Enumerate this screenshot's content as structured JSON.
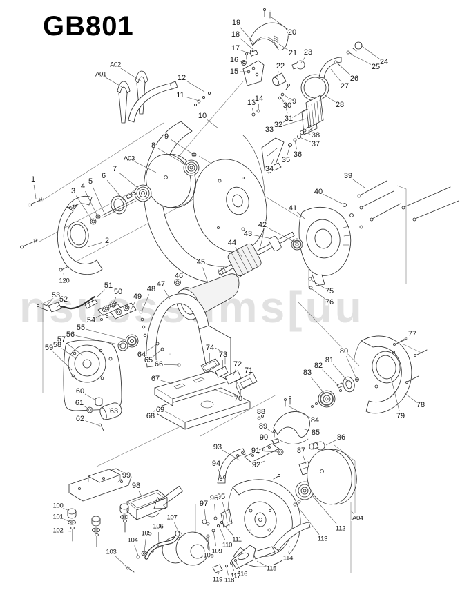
{
  "title": "GB801",
  "watermark": "nsusssums[uu",
  "arrow": {
    "color": "#d81414",
    "points_to": "98"
  },
  "diagram": {
    "type": "exploded-parts-diagram",
    "label_format": [
      "text",
      "x",
      "y",
      "leader_x",
      "leader_y"
    ],
    "labels": [
      [
        "A01",
        146,
        108,
        180,
        128
      ],
      [
        "A02",
        167,
        94,
        205,
        118
      ],
      [
        "A03",
        187,
        230,
        226,
        250
      ],
      [
        "A04",
        518,
        751,
        508,
        740
      ],
      [
        "1",
        48,
        260,
        52,
        288
      ],
      [
        "2",
        155,
        349,
        127,
        358
      ],
      [
        "3",
        106,
        277,
        134,
        320
      ],
      [
        "4",
        120,
        270,
        141,
        313
      ],
      [
        "5",
        131,
        263,
        150,
        307
      ],
      [
        "6",
        150,
        255,
        179,
        290
      ],
      [
        "7",
        166,
        245,
        203,
        275
      ],
      [
        "8",
        222,
        211,
        269,
        239
      ],
      [
        "9",
        241,
        198,
        279,
        223
      ],
      [
        "10",
        293,
        168,
        316,
        186
      ],
      [
        "11",
        261,
        138,
        288,
        146
      ],
      [
        "12",
        263,
        113,
        296,
        133
      ],
      [
        "13",
        364,
        149,
        367,
        165
      ],
      [
        "14",
        375,
        143,
        374,
        160
      ],
      [
        "15",
        339,
        104,
        361,
        104
      ],
      [
        "16",
        339,
        87,
        353,
        90
      ],
      [
        "17",
        341,
        70,
        363,
        78
      ],
      [
        "18",
        341,
        50,
        367,
        72
      ],
      [
        "19",
        342,
        33,
        369,
        64
      ],
      [
        "20",
        423,
        47,
        393,
        25
      ],
      [
        "21",
        424,
        77,
        404,
        64
      ],
      [
        "22",
        406,
        96,
        401,
        111
      ],
      [
        "23",
        446,
        76,
        436,
        91
      ],
      [
        "24",
        556,
        90,
        524,
        67
      ],
      [
        "25",
        544,
        97,
        509,
        79
      ],
      [
        "26",
        513,
        114,
        490,
        93
      ],
      [
        "27",
        499,
        125,
        479,
        100
      ],
      [
        "28",
        492,
        152,
        469,
        137
      ],
      [
        "29",
        423,
        147,
        410,
        136
      ],
      [
        "30",
        416,
        153,
        406,
        141
      ],
      [
        "31",
        418,
        172,
        412,
        148
      ],
      [
        "32",
        403,
        181,
        446,
        158
      ],
      [
        "33",
        390,
        188,
        443,
        172
      ],
      [
        "34",
        390,
        245,
        396,
        231
      ],
      [
        "35",
        414,
        232,
        420,
        210
      ],
      [
        "36",
        431,
        224,
        427,
        203
      ],
      [
        "37",
        457,
        209,
        434,
        199
      ],
      [
        "38",
        457,
        196,
        438,
        192
      ],
      [
        "39",
        504,
        255,
        528,
        272
      ],
      [
        "40",
        461,
        278,
        497,
        296
      ],
      [
        "41",
        424,
        302,
        441,
        317
      ],
      [
        "42",
        380,
        326,
        429,
        352
      ],
      [
        "43",
        359,
        339,
        389,
        345
      ],
      [
        "44",
        336,
        352,
        351,
        373
      ],
      [
        "45",
        291,
        380,
        301,
        410
      ],
      [
        "46",
        259,
        400,
        257,
        412
      ],
      [
        "47",
        233,
        412,
        246,
        433
      ],
      [
        "48",
        219,
        419,
        205,
        452
      ],
      [
        "49",
        199,
        430,
        188,
        452
      ],
      [
        "50",
        171,
        423,
        162,
        445
      ],
      [
        "51",
        157,
        414,
        140,
        431
      ],
      [
        "52",
        92,
        434,
        82,
        446
      ],
      [
        "53",
        81,
        428,
        67,
        443
      ],
      [
        "54",
        132,
        464,
        150,
        455
      ],
      [
        "55",
        117,
        475,
        185,
        493
      ],
      [
        "56",
        102,
        485,
        176,
        500
      ],
      [
        "57",
        89,
        492,
        120,
        515
      ],
      [
        "58",
        83,
        500,
        109,
        519
      ],
      [
        "59",
        71,
        504,
        104,
        536
      ],
      [
        "60",
        116,
        567,
        139,
        580
      ],
      [
        "61",
        115,
        584,
        129,
        593
      ],
      [
        "62",
        116,
        607,
        145,
        617
      ],
      [
        "63",
        165,
        596,
        159,
        592
      ],
      [
        "64",
        205,
        514,
        228,
        498
      ],
      [
        "65",
        215,
        522,
        235,
        506
      ],
      [
        "66",
        230,
        528,
        259,
        529
      ],
      [
        "67",
        225,
        549,
        250,
        556
      ],
      [
        "68",
        218,
        603,
        226,
        592
      ],
      [
        "69",
        232,
        594,
        238,
        586
      ],
      [
        "70",
        345,
        578,
        310,
        564
      ],
      [
        "71",
        360,
        537,
        361,
        549
      ],
      [
        "72",
        344,
        528,
        338,
        544
      ],
      [
        "73",
        323,
        514,
        322,
        536
      ],
      [
        "74",
        304,
        504,
        303,
        526
      ],
      [
        "75",
        477,
        422,
        451,
        406
      ],
      [
        "76",
        477,
        438,
        452,
        419
      ],
      [
        "77",
        597,
        484,
        576,
        497
      ],
      [
        "78",
        609,
        587,
        586,
        570
      ],
      [
        "79",
        580,
        603,
        566,
        547
      ],
      [
        "80",
        498,
        509,
        516,
        549
      ],
      [
        "81",
        477,
        522,
        505,
        554
      ],
      [
        "82",
        461,
        530,
        491,
        560
      ],
      [
        "83",
        445,
        540,
        471,
        572
      ],
      [
        "84",
        456,
        609,
        417,
        588
      ],
      [
        "85",
        457,
        627,
        438,
        621
      ],
      [
        "86",
        494,
        634,
        472,
        645
      ],
      [
        "87",
        436,
        653,
        443,
        672
      ],
      [
        "88",
        378,
        597,
        377,
        606
      ],
      [
        "89",
        381,
        618,
        397,
        628
      ],
      [
        "90",
        382,
        634,
        397,
        640
      ],
      [
        "91",
        370,
        653,
        404,
        655
      ],
      [
        "92",
        371,
        674,
        383,
        668
      ],
      [
        "93",
        315,
        648,
        347,
        667
      ],
      [
        "94",
        313,
        672,
        321,
        694
      ],
      [
        "95",
        320,
        720,
        327,
        745
      ],
      [
        "96",
        310,
        722,
        312,
        750
      ],
      [
        "97",
        295,
        730,
        298,
        754
      ],
      [
        "98",
        197,
        704,
        206,
        721
      ],
      [
        "99",
        183,
        689,
        170,
        699
      ],
      [
        "100",
        84,
        733,
        102,
        741
      ],
      [
        "101",
        84,
        749,
        102,
        756
      ],
      [
        "102",
        84,
        769,
        103,
        770
      ],
      [
        "103",
        161,
        800,
        185,
        823
      ],
      [
        "104",
        192,
        783,
        200,
        805
      ],
      [
        "105",
        212,
        773,
        209,
        800
      ],
      [
        "106",
        229,
        763,
        230,
        788
      ],
      [
        "107",
        249,
        750,
        261,
        776
      ],
      [
        "108",
        302,
        805,
        301,
        777
      ],
      [
        "109",
        314,
        799,
        309,
        769
      ],
      [
        "110",
        329,
        790,
        317,
        762
      ],
      [
        "111",
        343,
        782,
        321,
        757
      ],
      [
        "112",
        493,
        766,
        452,
        718
      ],
      [
        "113",
        467,
        781,
        430,
        733
      ],
      [
        "114",
        417,
        809,
        419,
        791
      ],
      [
        "115",
        393,
        824,
        372,
        813
      ],
      [
        "116",
        351,
        832,
        342,
        815
      ],
      [
        "117",
        341,
        835,
        336,
        818
      ],
      [
        "118",
        332,
        841,
        328,
        822
      ],
      [
        "119",
        315,
        840,
        317,
        829
      ],
      [
        "120",
        93,
        407,
        92,
        396
      ]
    ]
  }
}
